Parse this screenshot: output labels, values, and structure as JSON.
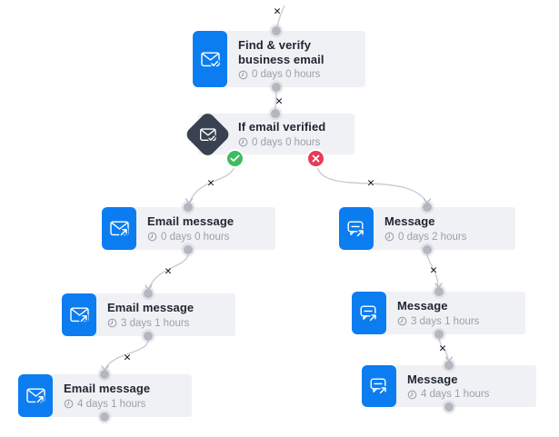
{
  "app": {
    "view": "campaign-sequence-canvas"
  },
  "palette": {
    "accent_blue": "#0b7df0",
    "card_background": "#f0f1f4",
    "condition_diamond": "#3a4150",
    "success_green": "#3fbc5f",
    "failure_red": "#e93a59",
    "connector_gray": "#c8ccd2",
    "port_gray": "#b3b7bf",
    "title_text": "#1e2533",
    "delay_text": "#99a0ab",
    "delete_cross": "#10151d"
  },
  "icons": {
    "root": "envelope-check-icon",
    "condition": "envelope-check-diamond-icon",
    "email": "envelope-send-icon",
    "message": "chat-send-icon",
    "delay": "clock-icon",
    "success": "check-icon",
    "failure": "cross-icon"
  },
  "controls": {
    "delete_symbol": "✕"
  },
  "sequence": {
    "root": {
      "title": "Find & verify business email",
      "delay": "0 days 0 hours"
    },
    "condition": {
      "title": "If email verified",
      "delay": "0 days 0 hours"
    },
    "yes_branch": [
      {
        "title": "Email message",
        "delay": "0 days 0 hours"
      },
      {
        "title": "Email message",
        "delay": "3 days 1 hours"
      },
      {
        "title": "Email message",
        "delay": "4 days 1 hours"
      }
    ],
    "no_branch": [
      {
        "title": "Message",
        "delay": "0 days 2 hours"
      },
      {
        "title": "Message",
        "delay": "3 days 1 hours"
      },
      {
        "title": "Message",
        "delay": "4 days 1 hours"
      }
    ]
  }
}
